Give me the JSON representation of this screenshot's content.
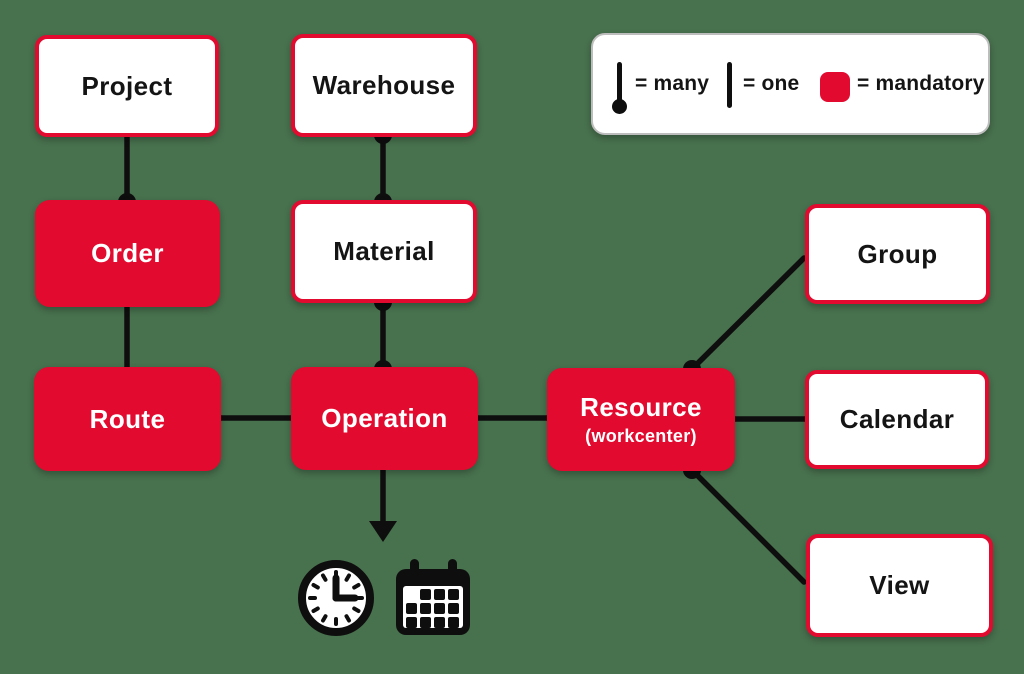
{
  "colors": {
    "brand-red": "#e20a2f",
    "line-black": "#0e0e0e",
    "background-green": "#48714e",
    "box-white": "#ffffff",
    "legend-border": "#bdbdbd",
    "text-dark": "#141414",
    "text-light": "#ffffff"
  },
  "legend": {
    "many_label": "= many",
    "one_label": "= one",
    "mandatory_label": "= mandatory"
  },
  "nodes": {
    "project": {
      "label": "Project",
      "mandatory": false
    },
    "warehouse": {
      "label": "Warehouse",
      "mandatory": false
    },
    "order": {
      "label": "Order",
      "mandatory": true
    },
    "material": {
      "label": "Material",
      "mandatory": false
    },
    "route": {
      "label": "Route",
      "mandatory": true
    },
    "operation": {
      "label": "Operation",
      "mandatory": true
    },
    "resource": {
      "label": "Resource",
      "sublabel": "(workcenter)",
      "mandatory": true
    },
    "group": {
      "label": "Group",
      "mandatory": false
    },
    "calendar": {
      "label": "Calendar",
      "mandatory": false
    },
    "view": {
      "label": "View",
      "mandatory": false
    }
  },
  "edges": [
    {
      "from": "Project",
      "to": "Order",
      "many_end": "Order"
    },
    {
      "from": "Order",
      "to": "Route",
      "many_end": "none"
    },
    {
      "from": "Warehouse",
      "to": "Material",
      "many_end": "both"
    },
    {
      "from": "Material",
      "to": "Operation",
      "many_end": "both"
    },
    {
      "from": "Route",
      "to": "Operation",
      "many_end": "none"
    },
    {
      "from": "Operation",
      "to": "Resource",
      "many_end": "none"
    },
    {
      "from": "Resource",
      "to": "Group",
      "many_end": "Resource"
    },
    {
      "from": "Resource",
      "to": "Calendar",
      "many_end": "none"
    },
    {
      "from": "Resource",
      "to": "View",
      "many_end": "Resource"
    },
    {
      "from": "Operation",
      "to": "time-and-calendar-icons",
      "arrow": true
    }
  ],
  "icons": [
    {
      "name": "clock-icon"
    },
    {
      "name": "calendar-icon"
    }
  ]
}
